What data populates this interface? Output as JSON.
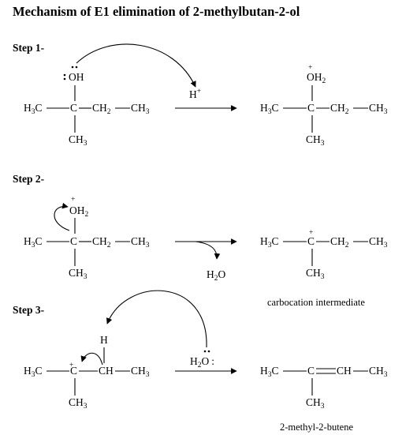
{
  "title": "Mechanism of E1 elimination of 2-methylbutan-2-ol",
  "steps": [
    {
      "label": "Step 1-"
    },
    {
      "label": "Step 2-"
    },
    {
      "label": "Step 3-"
    }
  ],
  "atoms": {
    "h3c": "H",
    "h3c_sub": "3",
    "h3c_c": "C",
    "c": "C",
    "ch2": "CH",
    "ch2_sub": "2",
    "ch3": "CH",
    "ch3_sub": "3",
    "oh": "OH",
    "oh2": "OH",
    "oh2_sub": "2",
    "h_plus": "H",
    "plus": "+",
    "h2o_h": "H",
    "h2o_sub": "2",
    "h2o_o": "O",
    "h": "H",
    "ch": "CH",
    "colon": ":"
  },
  "captions": {
    "carbocation": "carbocation intermediate",
    "product": "2-methyl-2-butene"
  }
}
